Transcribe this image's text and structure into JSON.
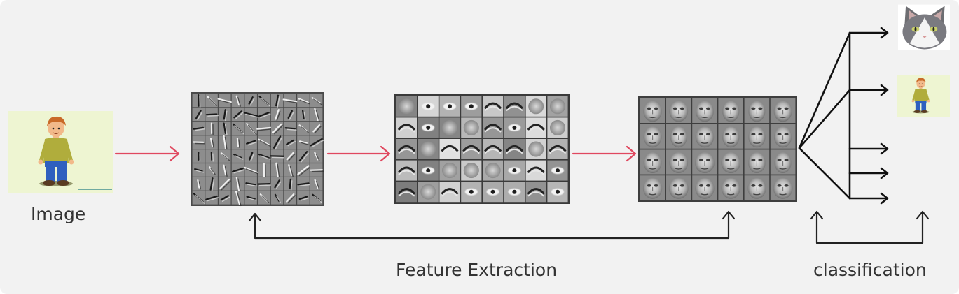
{
  "diagram": {
    "input_label": "Image",
    "feature_extraction_label": "Feature Extraction",
    "classification_label": "classification"
  },
  "colors": {
    "background": "#f2f2f2",
    "flow_arrow": "#e0485f",
    "bracket_arrow": "#222222",
    "image_bg": "#eef5d2",
    "shirt": "#b0ad3c",
    "pants": "#2f5fbf",
    "hair": "#c96a28",
    "skin": "#f2b98a"
  },
  "icons": {
    "input_image": "cartoon-boy-icon",
    "output_cat": "cat-face-icon",
    "output_boy": "cartoon-boy-icon"
  }
}
